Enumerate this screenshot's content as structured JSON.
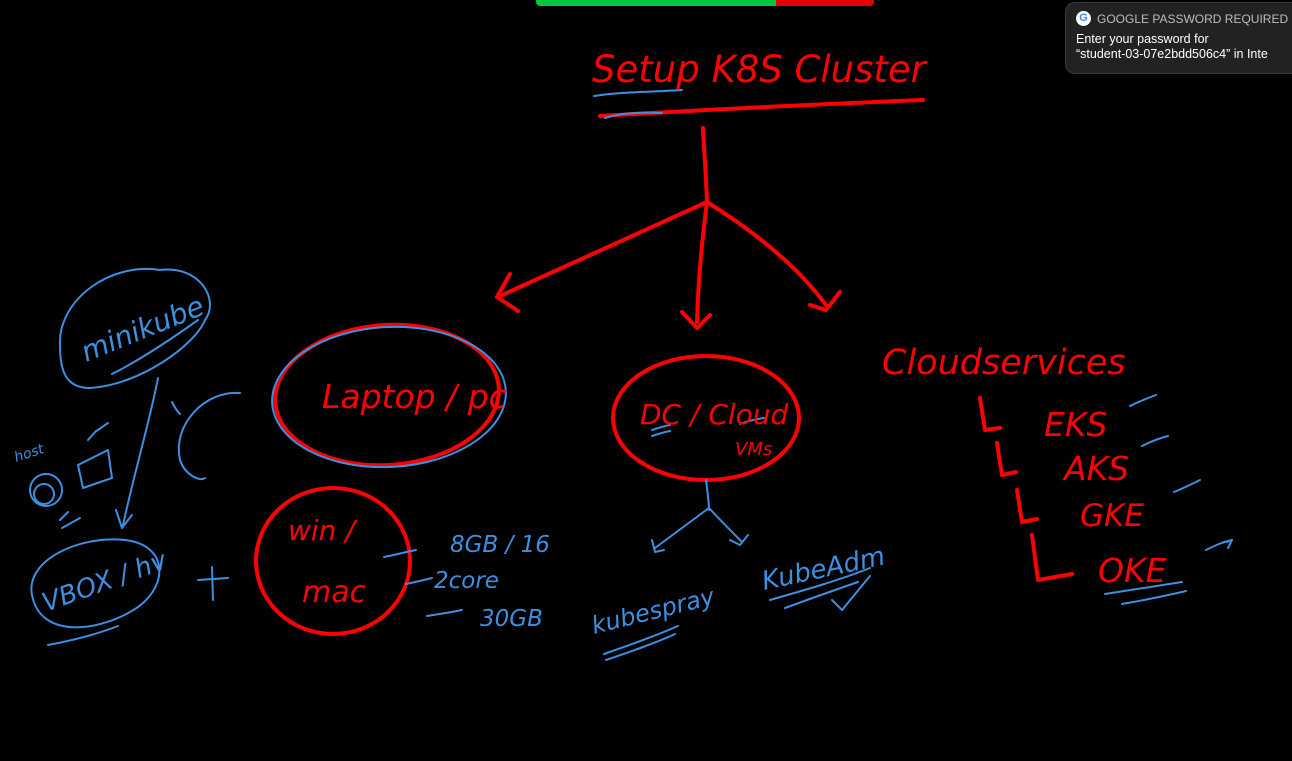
{
  "colors": {
    "background": "#000000",
    "red_ink": "#ff0000",
    "blue_ink": "#3d8fe0",
    "bar_green": "#00c83c",
    "bar_red": "#e60000",
    "notification_bg": "#222222"
  },
  "whiteboard": {
    "title": "Setup K8S Cluster",
    "nodes": {
      "laptop": "Laptop / pc",
      "dc": "DC / Cloud",
      "dc_sub": "VMs",
      "cloud": "Cloudservices"
    },
    "cloud_items": [
      "EKS",
      "AKS",
      "GKE",
      "OKE"
    ],
    "left": {
      "minikube": "minikube",
      "vbox": "VBOX / hv",
      "host": "host",
      "plus": "+",
      "win_mac_line1": "win /",
      "win_mac_line2": "mac",
      "specs": [
        "8GB / 16",
        "2core",
        "30GB"
      ]
    },
    "dc_tools": [
      "kubespray",
      "KubeAdm"
    ]
  },
  "notification": {
    "icon": "google-g-icon",
    "icon_letter": "G",
    "title": "GOOGLE PASSWORD REQUIRED",
    "line1": "Enter your password for",
    "line2": "“student-03-07e2bdd506c4” in Inte"
  }
}
